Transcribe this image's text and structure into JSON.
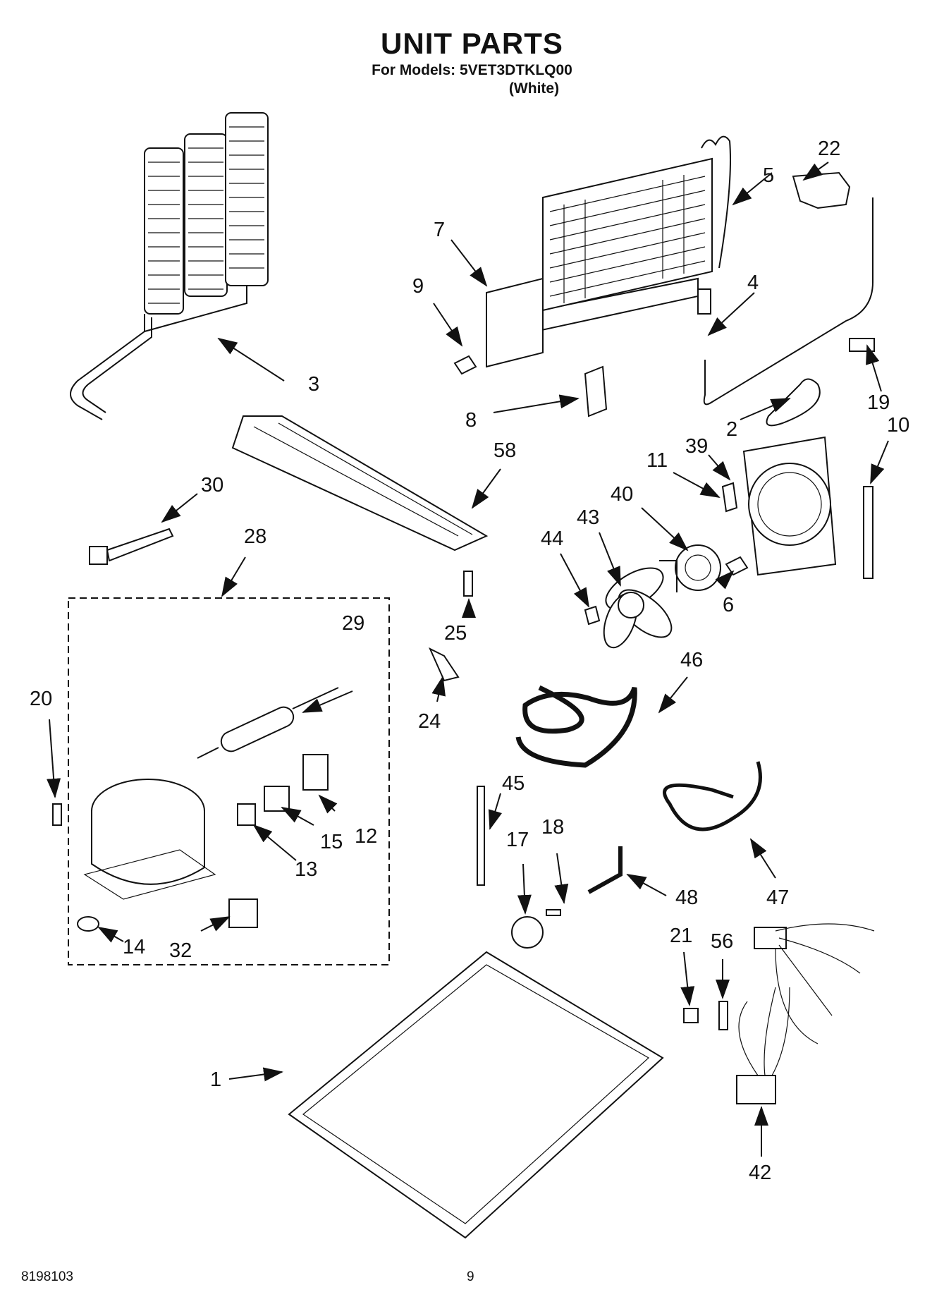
{
  "header": {
    "title": "UNIT PARTS",
    "models_line": "For Models: 5VET3DTKLQ00",
    "color_line": "(White)"
  },
  "footer": {
    "doc_number": "8198103",
    "page_number": "9"
  },
  "callouts": [
    "1",
    "2",
    "3",
    "4",
    "5",
    "6",
    "7",
    "8",
    "9",
    "10",
    "11",
    "12",
    "13",
    "14",
    "15",
    "17",
    "18",
    "19",
    "20",
    "21",
    "22",
    "24",
    "25",
    "28",
    "29",
    "30",
    "32",
    "39",
    "40",
    "42",
    "43",
    "44",
    "45",
    "46",
    "47",
    "48",
    "56",
    "58"
  ]
}
